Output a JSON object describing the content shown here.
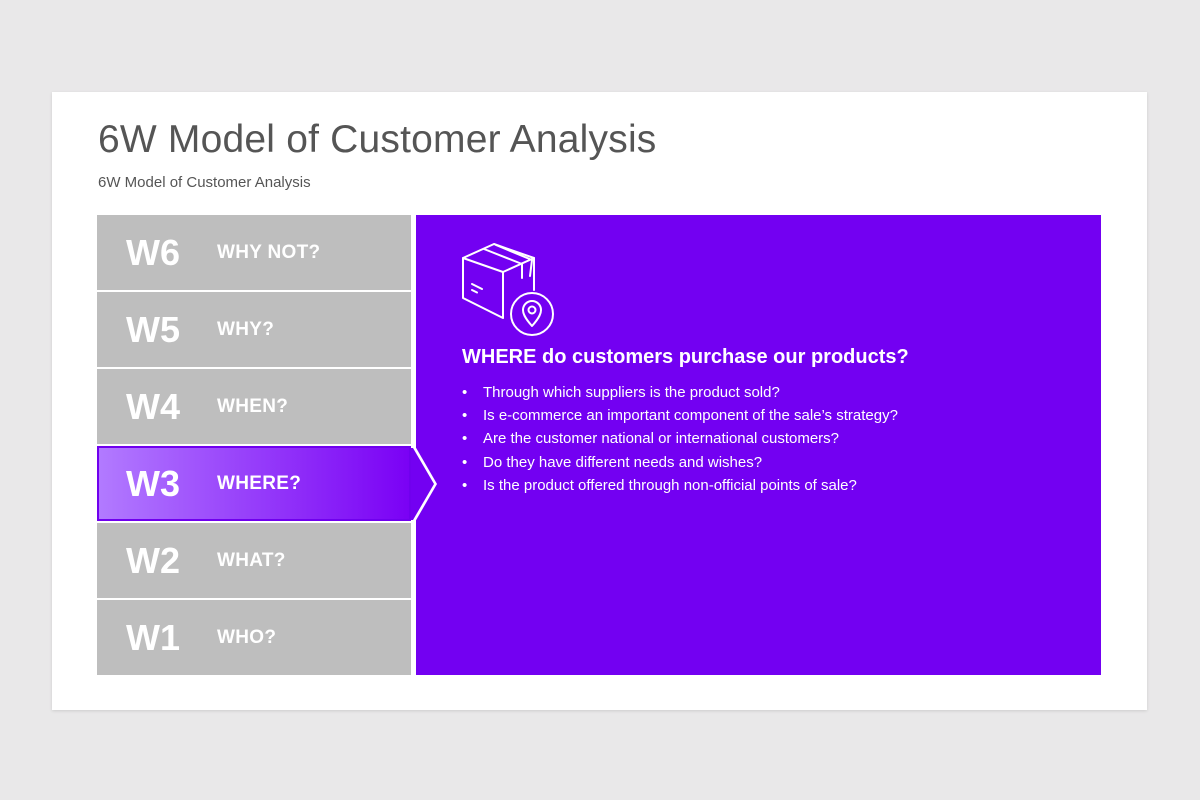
{
  "title": "6W Model of Customer Analysis",
  "subtitle": "6W Model of Customer Analysis",
  "rows": [
    {
      "code": "W6",
      "label": "WHY NOT?"
    },
    {
      "code": "W5",
      "label": "WHY?"
    },
    {
      "code": "W4",
      "label": "WHEN?"
    },
    {
      "code": "W3",
      "label": "WHERE?"
    },
    {
      "code": "W2",
      "label": "WHAT?"
    },
    {
      "code": "W1",
      "label": "WHO?"
    }
  ],
  "panel": {
    "icon": "box-location-icon",
    "heading": "WHERE do customers purchase our products?",
    "bullets": [
      "Through which suppliers is the product sold?",
      "Is e-commerce an important component of the sale’s strategy?",
      "Are the customer national or international customers?",
      "Do they have different needs and wishes?",
      "Is the product offered through non-official points of sale?"
    ]
  },
  "colors": {
    "accent": "#7300f2",
    "inactive_row": "#bebebe",
    "title_text": "#555555"
  }
}
